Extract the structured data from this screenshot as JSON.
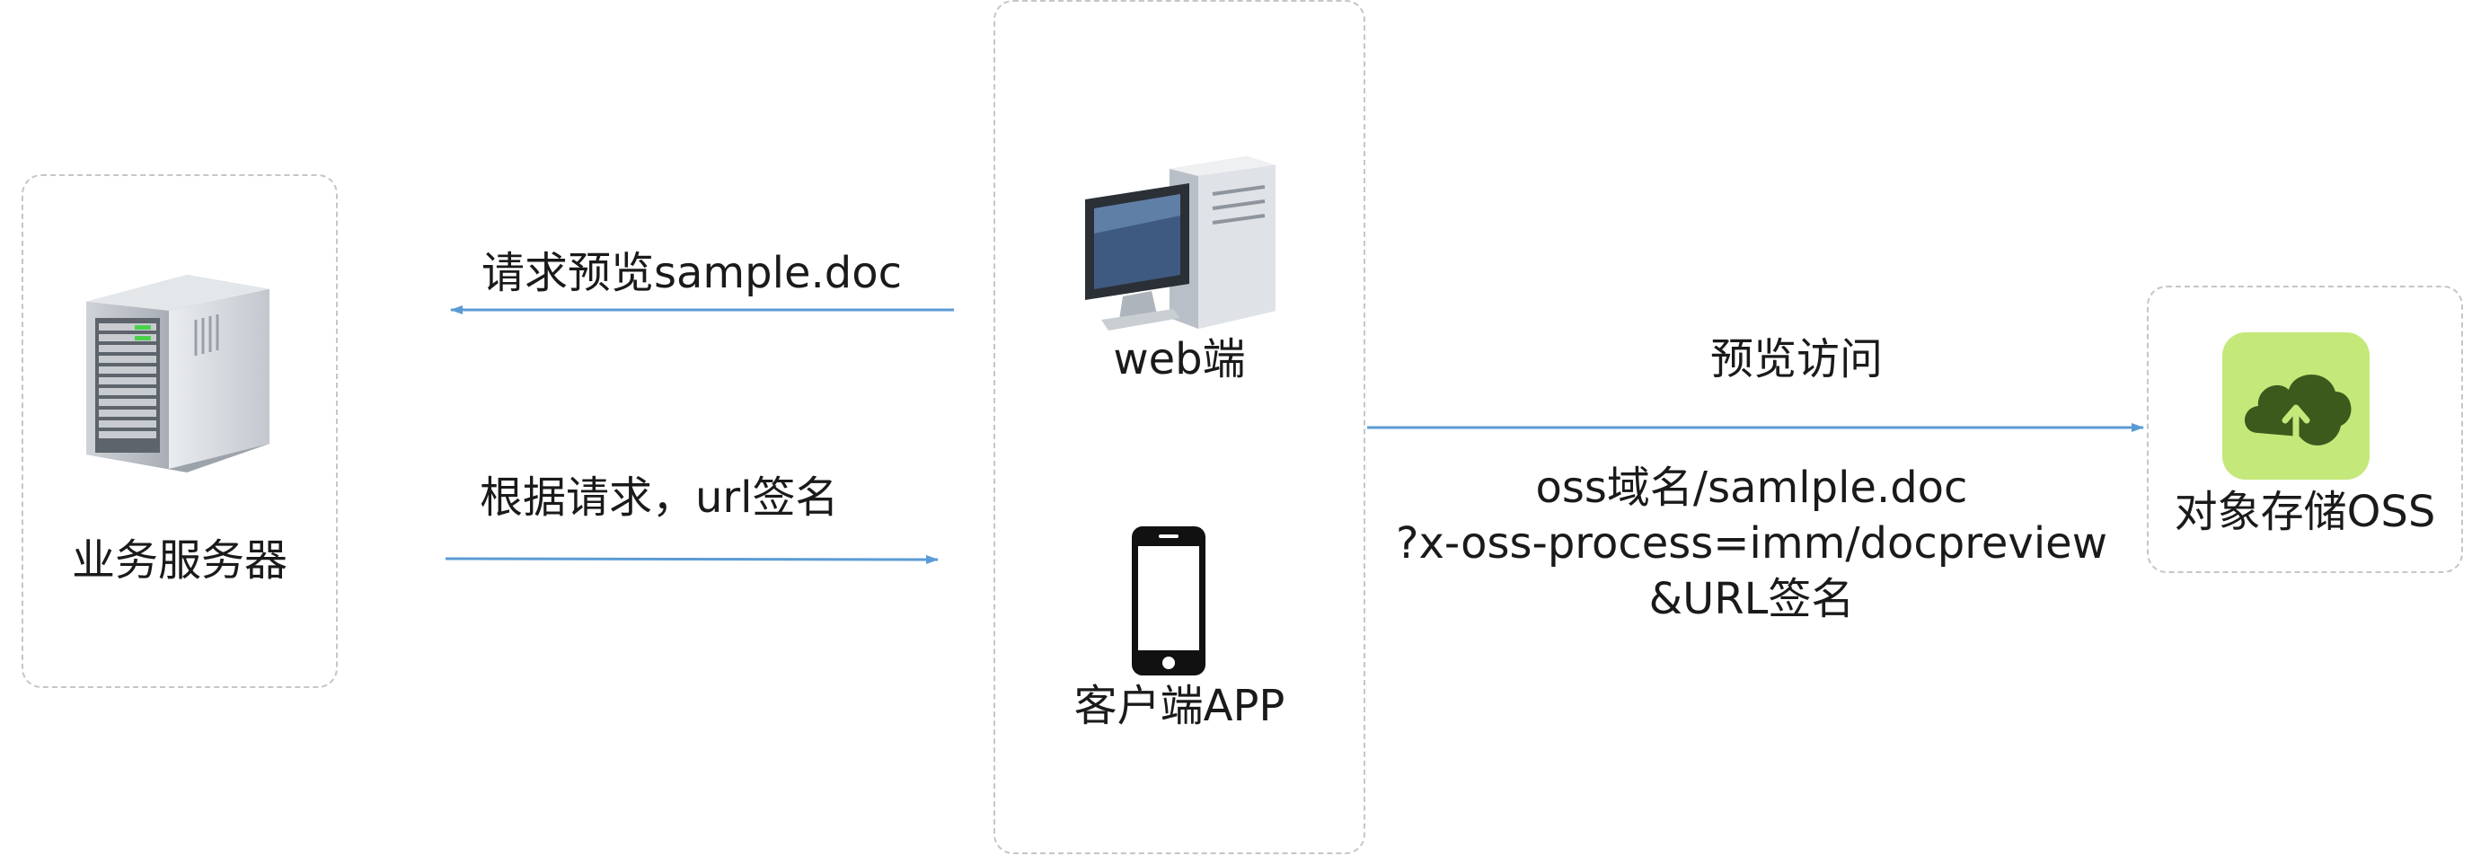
{
  "nodes": {
    "business_server": {
      "label": "业务服务器"
    },
    "web_client": {
      "label": "web端"
    },
    "app_client": {
      "label": "客户端APP"
    },
    "oss_storage": {
      "label": "对象存储OSS"
    }
  },
  "edges": {
    "request_preview": {
      "label": "请求预览sample.doc"
    },
    "sign_url": {
      "label": "根据请求，url签名"
    },
    "preview_access": {
      "label": "预览访问",
      "detail_line1": "oss域名/samlple.doc",
      "detail_line2": "?x-oss-process=imm/docpreview",
      "detail_line3": "&URL签名"
    }
  },
  "colors": {
    "arrow": "#5b9bd5",
    "box_border": "#c6c6c6",
    "oss_icon_bg": "#c5e87a",
    "oss_icon_fg": "#3d5a1d"
  }
}
